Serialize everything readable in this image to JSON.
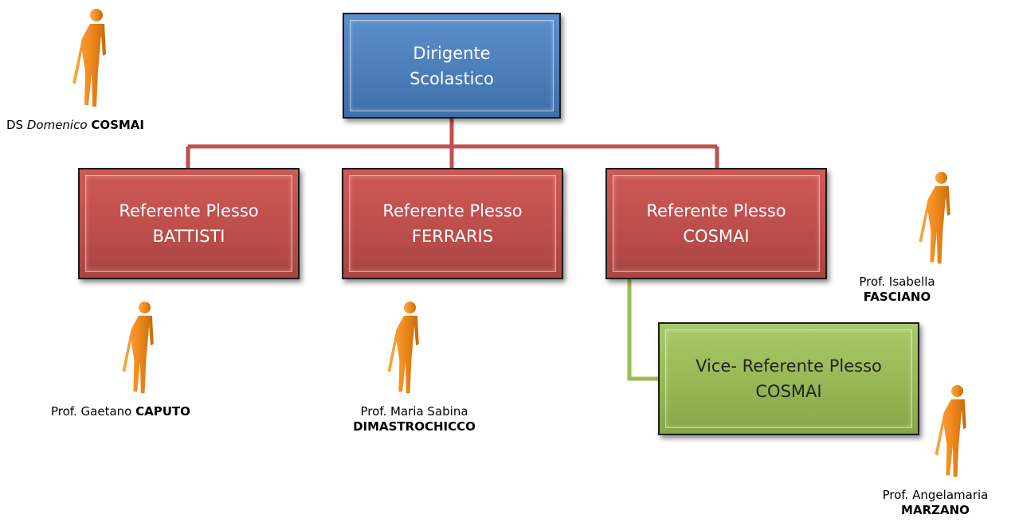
{
  "diagram": {
    "top_node": {
      "line1": "Dirigente",
      "line2": "Scolastico",
      "color": "#4f81bd"
    },
    "referent_nodes": [
      {
        "line1": "Referente Plesso",
        "line2": "BATTISTI",
        "color": "#c0504d"
      },
      {
        "line1": "Referente Plesso",
        "line2": "FERRARIS",
        "color": "#c0504d"
      },
      {
        "line1": "Referente Plesso",
        "line2": "COSMAI",
        "color": "#c0504d"
      }
    ],
    "vice_node": {
      "line1": "Vice- Referente Plesso",
      "line2": "COSMAI",
      "color": "#9bbb59"
    },
    "connector_colors": {
      "main": "#c0504d",
      "vice": "#9bbb59"
    }
  },
  "people": {
    "ds": {
      "prefix": "DS",
      "first": "Domenico",
      "last": "COSMAI"
    },
    "battisti": {
      "prefix": "Prof. Gaetano",
      "last": "CAPUTO"
    },
    "ferraris": {
      "prefix": "Prof. Maria Sabina",
      "last": "DIMASTROCHICCO"
    },
    "cosmai": {
      "prefix": "Prof. Isabella",
      "last": "FASCIANO"
    },
    "vice": {
      "prefix": "Prof. Angelamaria",
      "last": "MARZANO"
    }
  },
  "icons": {
    "person": "person-icon",
    "person_color": "#f28c1e"
  }
}
